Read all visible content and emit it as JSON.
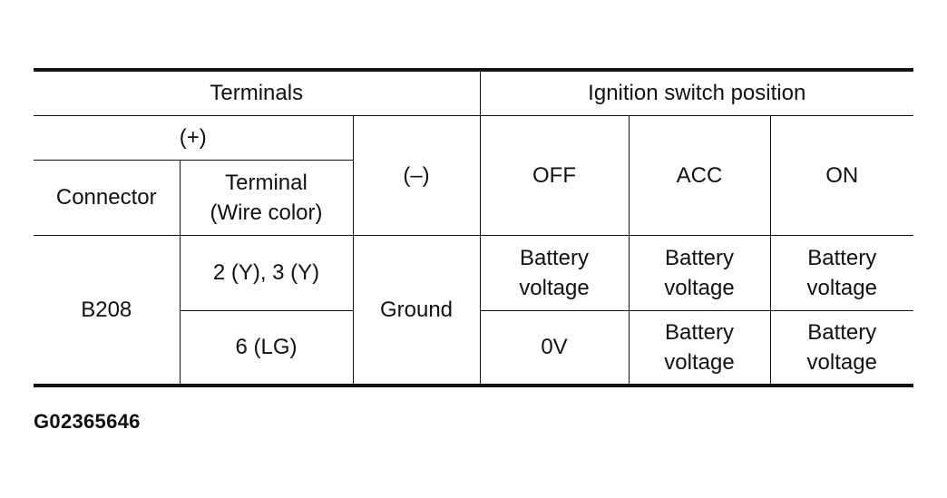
{
  "table": {
    "header": {
      "terminals": "Terminals",
      "ignition_switch_position": "Ignition switch position",
      "plus": "(+)",
      "minus": "(–)",
      "off": "OFF",
      "acc": "ACC",
      "on": "ON",
      "connector": "Connector",
      "terminal_wire_color": "Terminal\n(Wire color)"
    },
    "body": {
      "connector": "B208",
      "minus_value": "Ground",
      "rows": [
        {
          "terminal": "2 (Y), 3 (Y)",
          "off": "Battery\nvoltage",
          "acc": "Battery\nvoltage",
          "on": "Battery\nvoltage"
        },
        {
          "terminal": "6 (LG)",
          "off": "0V",
          "acc": "Battery\nvoltage",
          "on": "Battery\nvoltage"
        }
      ]
    }
  },
  "figure_id": "G02365646"
}
